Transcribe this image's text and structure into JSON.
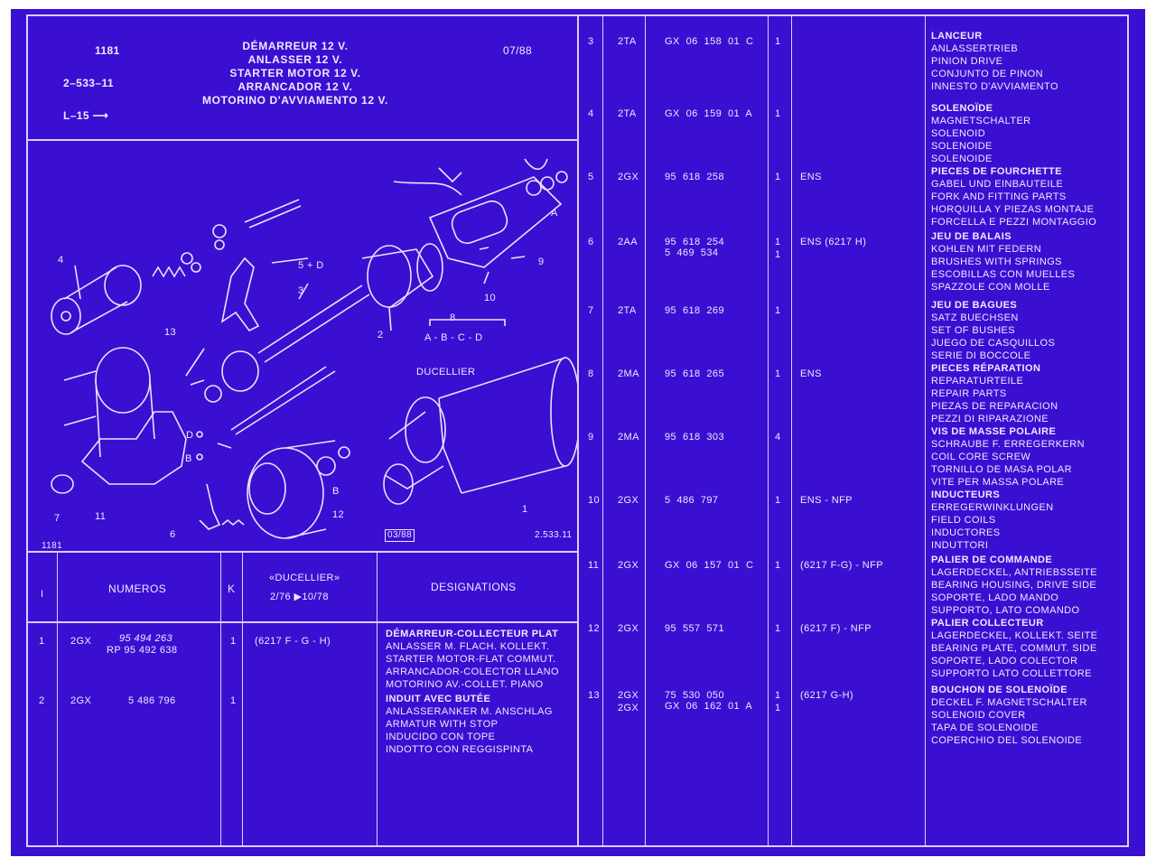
{
  "header": {
    "code": "1181",
    "ref": "2–533–11",
    "level": "L–15 ⟶",
    "date": "07/88",
    "titles": [
      "DÉMARREUR 12 V.",
      "ANLASSER 12 V.",
      "STARTER MOTOR 12 V.",
      "ARRANCADOR 12 V.",
      "MOTORINO D'AVVIAMENTO 12 V."
    ]
  },
  "diagram": {
    "label_ducellier": "DUCELLIER",
    "date_box": "03/88",
    "ref_corner": "2.533.11",
    "code_corner": "1181",
    "callout_5": "5 + D",
    "group_8": "8",
    "group_8_letters": "A - B - C - D",
    "part_numbers": [
      "1",
      "2",
      "3",
      "4",
      "5",
      "6",
      "7",
      "8",
      "9",
      "10",
      "11",
      "12",
      "13"
    ],
    "letters": [
      "A",
      "B",
      "C",
      "D"
    ]
  },
  "table_header": {
    "col_index": "I",
    "col_numbers": "NUMEROS",
    "col_k": "K",
    "col_model": "«DUCELLIER»",
    "col_model_range": "2/76 ▶10/78",
    "col_designations": "DESIGNATIONS"
  },
  "rows_left": [
    {
      "index": "1",
      "code": "2GX",
      "numbers": [
        "95 494 263",
        "RP 95 492 638"
      ],
      "qty": "1",
      "model": "(6217 F - G - H)",
      "designation": [
        "DÉMARREUR-COLLECTEUR PLAT",
        "ANLASSER M. FLACH. KOLLEKT.",
        "STARTER MOTOR-FLAT COMMUT.",
        "ARRANCADOR-COLECTOR LLANO",
        "MOTORINO AV.-COLLET. PIANO"
      ]
    },
    {
      "index": "2",
      "code": "2GX",
      "numbers": [
        "5 486 796"
      ],
      "qty": "1",
      "model": "",
      "designation": [
        "INDUIT AVEC BUTÉE",
        "ANLASSERANKER M. ANSCHLAG",
        "ARMATUR WITH STOP",
        "INDUCIDO CON TOPE",
        "INDOTTO CON REGGISPINTA"
      ]
    }
  ],
  "rows_right": [
    {
      "index": "3",
      "code": "2TA",
      "numbers": [
        "GX  06  158  01  C"
      ],
      "qty": "1",
      "model": "",
      "designation": [
        "LANCEUR",
        "ANLASSERTRIEB",
        "PINION DRIVE",
        "CONJUNTO DE PINON",
        "INNESTO D'AVVIAMENTO"
      ]
    },
    {
      "index": "4",
      "code": "2TA",
      "numbers": [
        "GX  06  159  01  A"
      ],
      "qty": "1",
      "model": "",
      "designation": [
        "SOLENOÏDE",
        "MAGNETSCHALTER",
        "SOLENOID",
        "SOLENOIDE",
        "SOLENOIDE"
      ]
    },
    {
      "index": "5",
      "code": "2GX",
      "numbers": [
        "95  618  258"
      ],
      "qty": "1",
      "model": "ENS",
      "designation": [
        "PIECES DE FOURCHETTE",
        "GABEL UND EINBAUTEILE",
        "FORK AND FITTING PARTS",
        "HORQUILLA Y PIEZAS MONTAJE",
        "FORCELLA E PEZZI MONTAGGIO"
      ]
    },
    {
      "index": "6",
      "code": "2AA",
      "numbers": [
        "95  618  254",
        "5  469  534"
      ],
      "qty": "1\n1",
      "model": "ENS (6217 H)",
      "designation": [
        "JEU DE BALAIS",
        "KOHLEN MIT FEDERN",
        "BRUSHES WITH SPRINGS",
        "ESCOBILLAS CON MUELLES",
        "SPAZZOLE CON MOLLE"
      ]
    },
    {
      "index": "7",
      "code": "2TA",
      "numbers": [
        "95  618  269"
      ],
      "qty": "1",
      "model": "",
      "designation": [
        "JEU DE BAGUES",
        "SATZ BUECHSEN",
        "SET OF BUSHES",
        "JUEGO DE CASQUILLOS",
        "SERIE DI BOCCOLE"
      ]
    },
    {
      "index": "8",
      "code": "2MA",
      "numbers": [
        "95  618  265"
      ],
      "qty": "1",
      "model": "ENS",
      "designation": [
        "PIECES RÉPARATION",
        "REPARATURTEILE",
        "REPAIR PARTS",
        "PIEZAS DE REPARACION",
        "PEZZI DI RIPARAZIONE"
      ]
    },
    {
      "index": "9",
      "code": "2MA",
      "numbers": [
        "95  618  303"
      ],
      "qty": "4",
      "model": "",
      "designation": [
        "VIS DE MASSE POLAIRE",
        "SCHRAUBE F. ERREGERKERN",
        "COIL CORE SCREW",
        "TORNILLO DE MASA POLAR",
        "VITE PER MASSA POLARE"
      ]
    },
    {
      "index": "10",
      "code": "2GX",
      "numbers": [
        "5  486  797"
      ],
      "qty": "1",
      "model": "ENS - NFP",
      "designation": [
        "INDUCTEURS",
        "ERREGERWINKLUNGEN",
        "FIELD COILS",
        "INDUCTORES",
        "INDUTTORI"
      ]
    },
    {
      "index": "11",
      "code": "2GX",
      "numbers": [
        "GX  06  157  01  C"
      ],
      "qty": "1",
      "model": "(6217 F-G) - NFP",
      "designation": [
        "PALIER DE COMMANDE",
        "LAGERDECKEL, ANTRIEBSSEITE",
        "BEARING HOUSING, DRIVE SIDE",
        "SOPORTE, LADO MANDO",
        "SUPPORTO, LATO COMANDO"
      ]
    },
    {
      "index": "12",
      "code": "2GX",
      "numbers": [
        "95  557  571"
      ],
      "qty": "1",
      "model": "(6217 F) - NFP",
      "designation": [
        "PALIER COLLECTEUR",
        "LAGERDECKEL, KOLLEKT. SEITE",
        "BEARING PLATE, COMMUT. SIDE",
        "SOPORTE, LADO COLECTOR",
        "SUPPORTO LATO COLLETTORE"
      ]
    },
    {
      "index": "13",
      "code": "2GX\n2GX",
      "numbers": [
        "75  530  050",
        "GX  06  162  01  A"
      ],
      "qty": "1\n1",
      "model": "(6217 G-H)",
      "designation": [
        "BOUCHON DE SOLENOÏDE",
        "DECKEL F. MAGNETSCHALTER",
        "SOLENOID COVER",
        "TAPA DE SOLENOIDE",
        "COPERCHIO DEL SOLENOIDE"
      ]
    }
  ],
  "colors": {
    "background": "#3a0fd2",
    "ink": "#eeeaff",
    "frame": "#ffffff"
  }
}
